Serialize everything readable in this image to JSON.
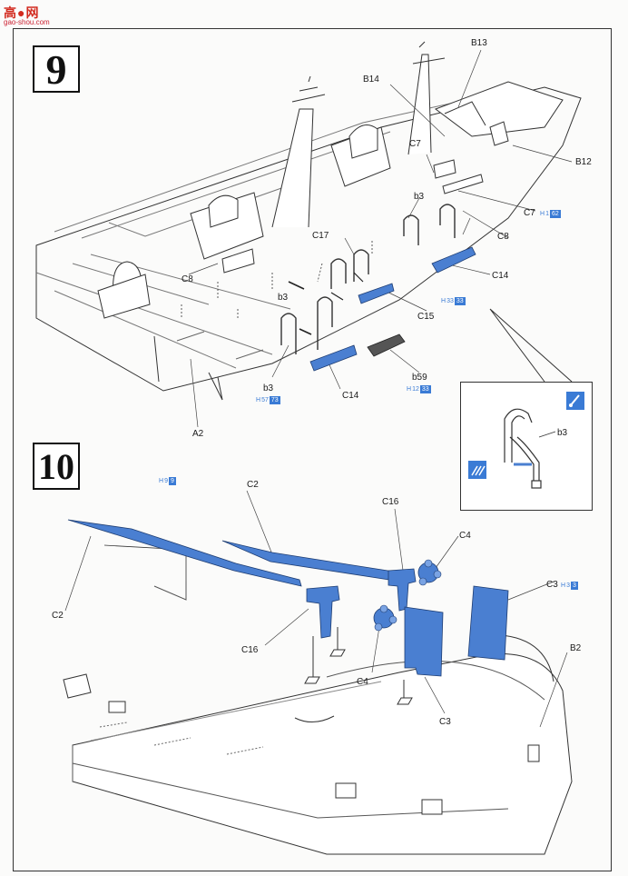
{
  "watermark": {
    "chars": "高●网",
    "url": "gao-shou.com"
  },
  "steps": {
    "step9": "9",
    "step10": "10"
  },
  "step9_labels": {
    "b13": "B13",
    "b14": "B14",
    "b12": "B12",
    "c7_top": "C7",
    "c7_right": "C7",
    "b3_a": "b3",
    "b3_b": "b3",
    "b3_c": "b3",
    "c17": "C17",
    "c8_left": "C8",
    "c8_right": "C8",
    "c14_right": "C14",
    "c14_bottom": "C14",
    "c15": "C15",
    "b59": "b59",
    "a2": "A2"
  },
  "step9_refs": {
    "c7": {
      "letter": "H",
      "n": "1",
      "box": "62"
    },
    "c15": {
      "letter": "H",
      "n": "33",
      "box": "33"
    },
    "b3": {
      "letter": "H",
      "n": "57",
      "box": "73"
    },
    "b59": {
      "letter": "H",
      "n": "12",
      "box": "33"
    }
  },
  "detail": {
    "label": "b3"
  },
  "step10_labels": {
    "c2_top": "C2",
    "c2_left": "C2",
    "c16_top": "C16",
    "c16_bottom": "C16",
    "c4_top": "C4",
    "c4_bottom": "C4",
    "c3_top": "C3",
    "c3_bottom": "C3",
    "b2": "B2"
  },
  "step10_refs": {
    "shaft": {
      "letter": "H",
      "n": "9",
      "box": "9"
    },
    "c3": {
      "letter": "H",
      "n": "3",
      "box": "3"
    }
  },
  "colors": {
    "part_blue": "#4a7fd1",
    "line": "#333333",
    "ref_blue": "#3a7bd5",
    "watermark_red": "#d22a1e"
  }
}
